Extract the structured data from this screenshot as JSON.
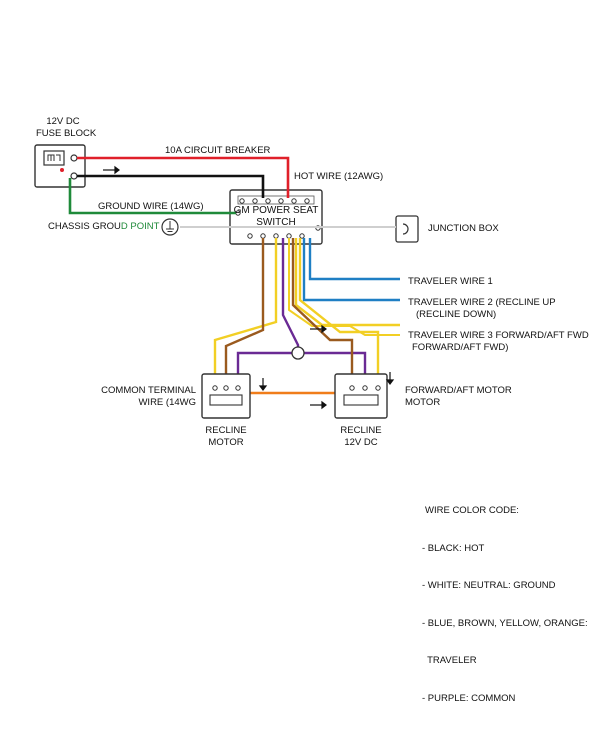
{
  "labels": {
    "fuse_block_line1": "12V DC",
    "fuse_block_line2": "FUSE BLOCK",
    "circuit_breaker": "10A CIRCUIT BREAKER",
    "hot_wire": "HOT WIRE (12AWG)",
    "ground_wire": "GROUND WIRE (14WG)",
    "chassis_ground_prefix": "CHASSIS GROU",
    "chassis_ground_suffix": "D POINT",
    "switch_line1": "GM POWER SEAT",
    "switch_line2": "SWITCH",
    "junction_box": "JUNCTION BOX",
    "traveler1": "TRAVELER WIRE 1",
    "traveler2_line1": "TRAVELER WIRE 2 (RECLINE UP",
    "traveler2_line2": "(RECLINE DOWN)",
    "traveler3_line1": "TRAVELER WIRE 3 FORWARD/AFT FWD",
    "traveler3_line2": "FORWARD/AFT FWD)",
    "common_terminal_line1": "COMMON TERMINAL",
    "common_terminal_line2": "WIRE (14WG",
    "fwd_motor_line1": "FORWARD/AFT MOTOR",
    "fwd_motor_line2": "MOTOR",
    "recline_left_line1": "RECLINE",
    "recline_left_line2": "MOTOR",
    "recline_right_line1": "RECLINE",
    "recline_right_line2": "12V DC"
  },
  "legend": {
    "title": "WIRE COLOR CODE:",
    "items": [
      "- BLACK: HOT",
      "- WHITE: NEUTRAL: GROUND",
      "- BLUE, BROWN, YELLOW, ORANGE:",
      "  TRAVELER",
      "- PURPLE: COMMON"
    ]
  },
  "colors": {
    "black": "#111111",
    "red": "#e0202a",
    "green": "#1f8a3a",
    "white_wire": "#cfcfcf",
    "blue": "#1f7fc4",
    "brown": "#9a5a1e",
    "yellow": "#f2cf24",
    "orange": "#f07d1a",
    "purple": "#6a2a94",
    "gray_box": "#333333"
  },
  "icons": [
    "fuse-block-icon",
    "ground-symbol-icon",
    "junction-box-icon",
    "arrow-right-icon",
    "arrow-down-icon"
  ]
}
